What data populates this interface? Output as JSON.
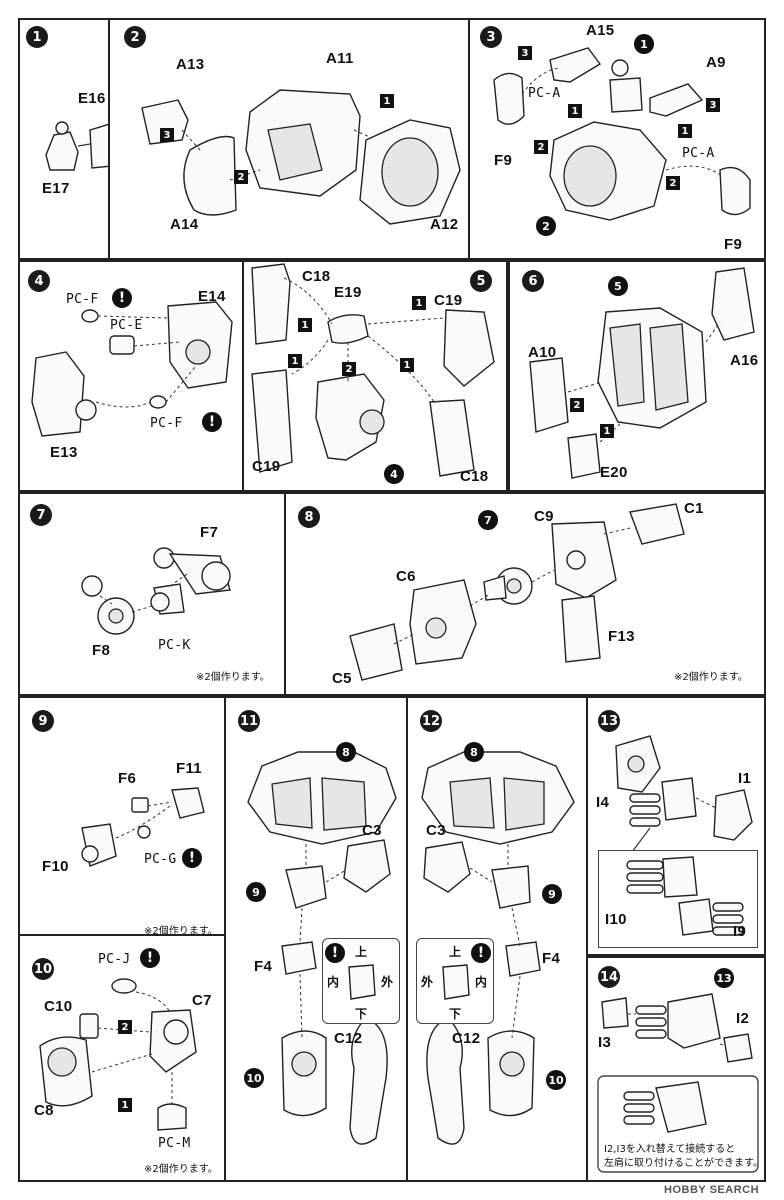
{
  "step_numbers": [
    "1",
    "2",
    "3",
    "4",
    "5",
    "6",
    "7",
    "8",
    "9",
    "10",
    "11",
    "12",
    "13",
    "14"
  ],
  "panel1": {
    "labels": [
      "E16",
      "E17"
    ]
  },
  "panel2": {
    "labels": [
      "A13",
      "A11",
      "A14",
      "A12"
    ],
    "sub": [
      "3",
      "1",
      "2"
    ]
  },
  "panel3": {
    "labels": [
      "A15",
      "A9",
      "PC-A",
      "PC-A",
      "F9",
      "F9"
    ],
    "sub": [
      "3",
      "1",
      "2",
      "3",
      "1",
      "2"
    ],
    "refs": [
      "1",
      "2"
    ]
  },
  "panel4": {
    "labels": [
      "PC-F",
      "E14",
      "PC-E",
      "PC-F",
      "E13"
    ]
  },
  "panel5": {
    "labels": [
      "C18",
      "E19",
      "C19",
      "C19",
      "C18"
    ],
    "sub": [
      "1",
      "1",
      "1",
      "2",
      "1"
    ],
    "refs": [
      "4"
    ]
  },
  "panel6": {
    "labels": [
      "A10",
      "A16",
      "E20"
    ],
    "sub": [
      "2",
      "1"
    ],
    "refs": [
      "5"
    ]
  },
  "panel7": {
    "labels": [
      "F7",
      "F8",
      "PC-K"
    ],
    "note": "※2個作ります。"
  },
  "panel8": {
    "labels": [
      "C9",
      "C1",
      "C6",
      "F13",
      "C5"
    ],
    "refs": [
      "7"
    ],
    "note": "※2個作ります。"
  },
  "panel9": {
    "labels": [
      "F6",
      "F11",
      "F10",
      "PC-G"
    ],
    "note": "※2個作ります。"
  },
  "panel10": {
    "labels": [
      "PC-J",
      "C10",
      "C7",
      "C8",
      "PC-M"
    ],
    "sub": [
      "2",
      "1"
    ],
    "note": "※2個作ります。"
  },
  "panel11": {
    "labels": [
      "C3",
      "F4",
      "C12"
    ],
    "refs": [
      "8",
      "9",
      "10"
    ],
    "orient": {
      "up": "上",
      "in": "内",
      "out": "外",
      "down": "下"
    }
  },
  "panel12": {
    "labels": [
      "C3",
      "F4",
      "C12"
    ],
    "refs": [
      "8",
      "9",
      "10"
    ],
    "orient": {
      "up": "上",
      "out": "外",
      "in": "内",
      "down": "下"
    }
  },
  "panel13": {
    "labels": [
      "I4",
      "I1",
      "I10",
      "I9"
    ]
  },
  "panel14": {
    "labels": [
      "I3",
      "I2"
    ],
    "refs": [
      "13"
    ],
    "note_line1": "I2,I3を入れ替えて接続すると",
    "note_line2": "左肩に取り付けることができます。"
  },
  "watermark": "HOBBY SEARCH"
}
